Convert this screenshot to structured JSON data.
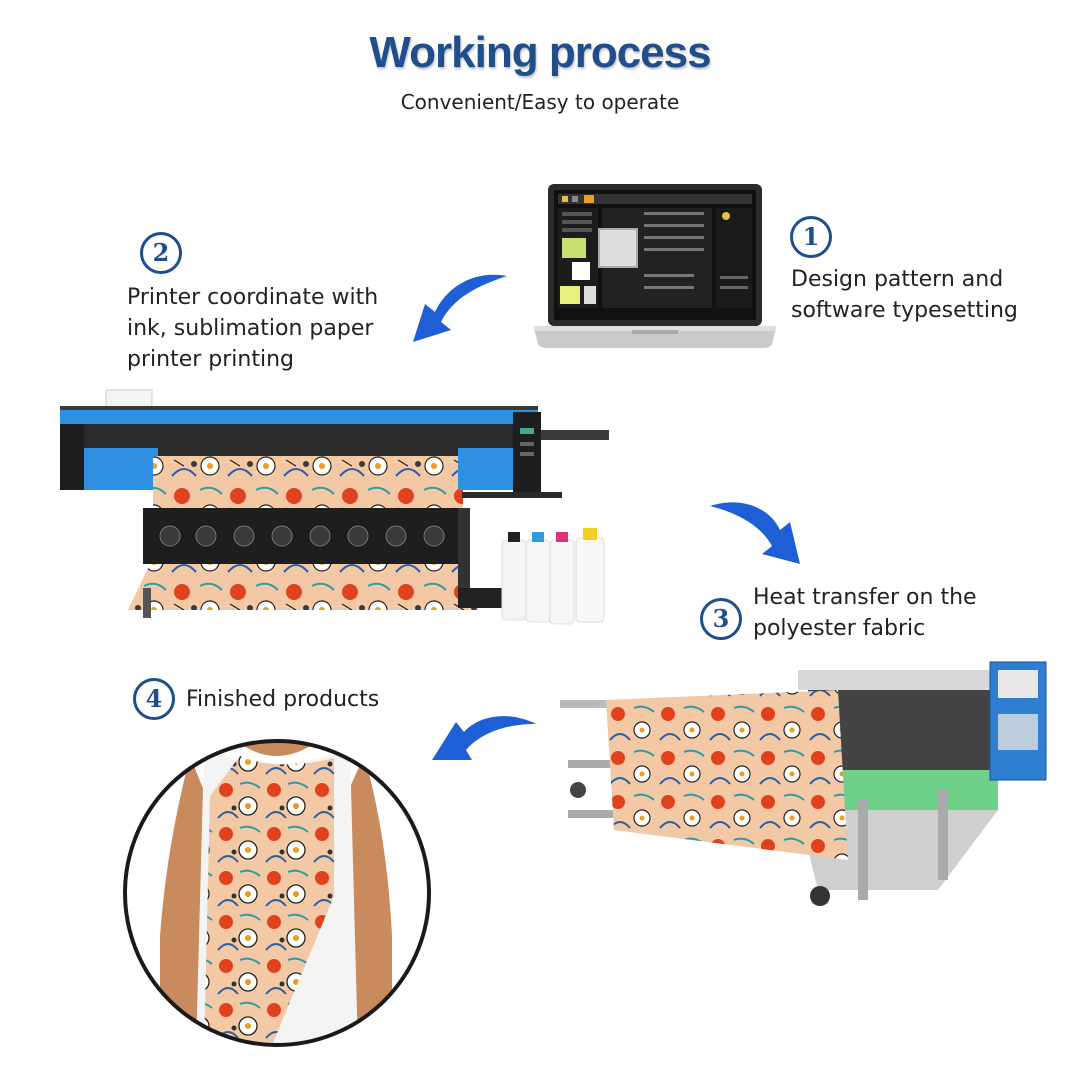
{
  "title": "Working process",
  "subtitle": "Convenient/Easy to operate",
  "steps": [
    {
      "number": "1",
      "lines": [
        "Design pattern and",
        "software typesetting"
      ]
    },
    {
      "number": "2",
      "lines": [
        "Printer coordinate with",
        "ink, sublimation paper",
        "printer printing"
      ]
    },
    {
      "number": "3",
      "lines": [
        "Heat transfer on the",
        "polyester fabric"
      ]
    },
    {
      "number": "4",
      "lines": [
        "Finished products"
      ]
    }
  ],
  "colors": {
    "accent": "#1f4e8c",
    "arrow": "#1e5fd6",
    "printer_blue": "#2f8fe0",
    "fabric_bg": "#f2c9a4",
    "flower_red": "#e0421e"
  }
}
